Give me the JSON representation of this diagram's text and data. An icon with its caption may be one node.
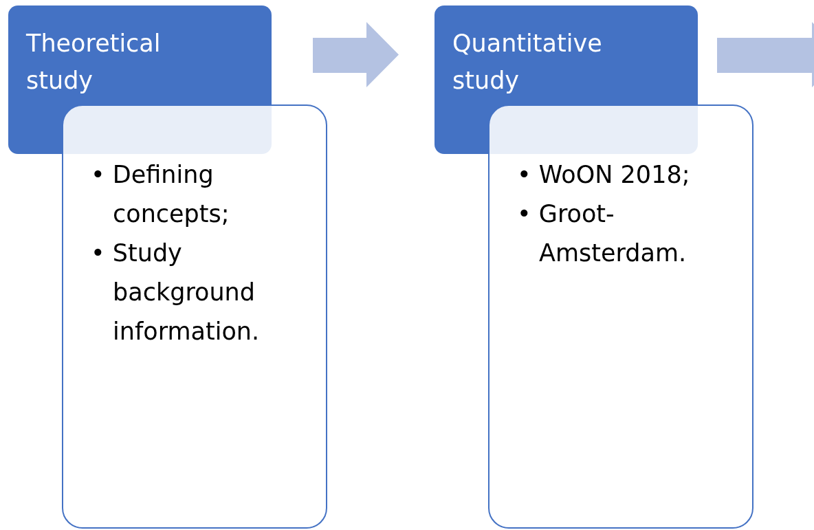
{
  "diagram": {
    "nodes": [
      {
        "text": [
          "Theoretical study"
        ]
      },
      {
        "text": [
          "• Defining concepts;",
          "• Study background information."
        ]
      },
      {
        "text": [
          "Quantitative study"
        ]
      },
      {
        "text": [
          "• WoON 2018;",
          "• Groot-Amsterdam."
        ]
      }
    ],
    "edges": [
      {
        "from": 0,
        "to": 2,
        "arrow": "to"
      },
      {
        "from": 2,
        "to": null,
        "arrow": "to"
      }
    ]
  }
}
